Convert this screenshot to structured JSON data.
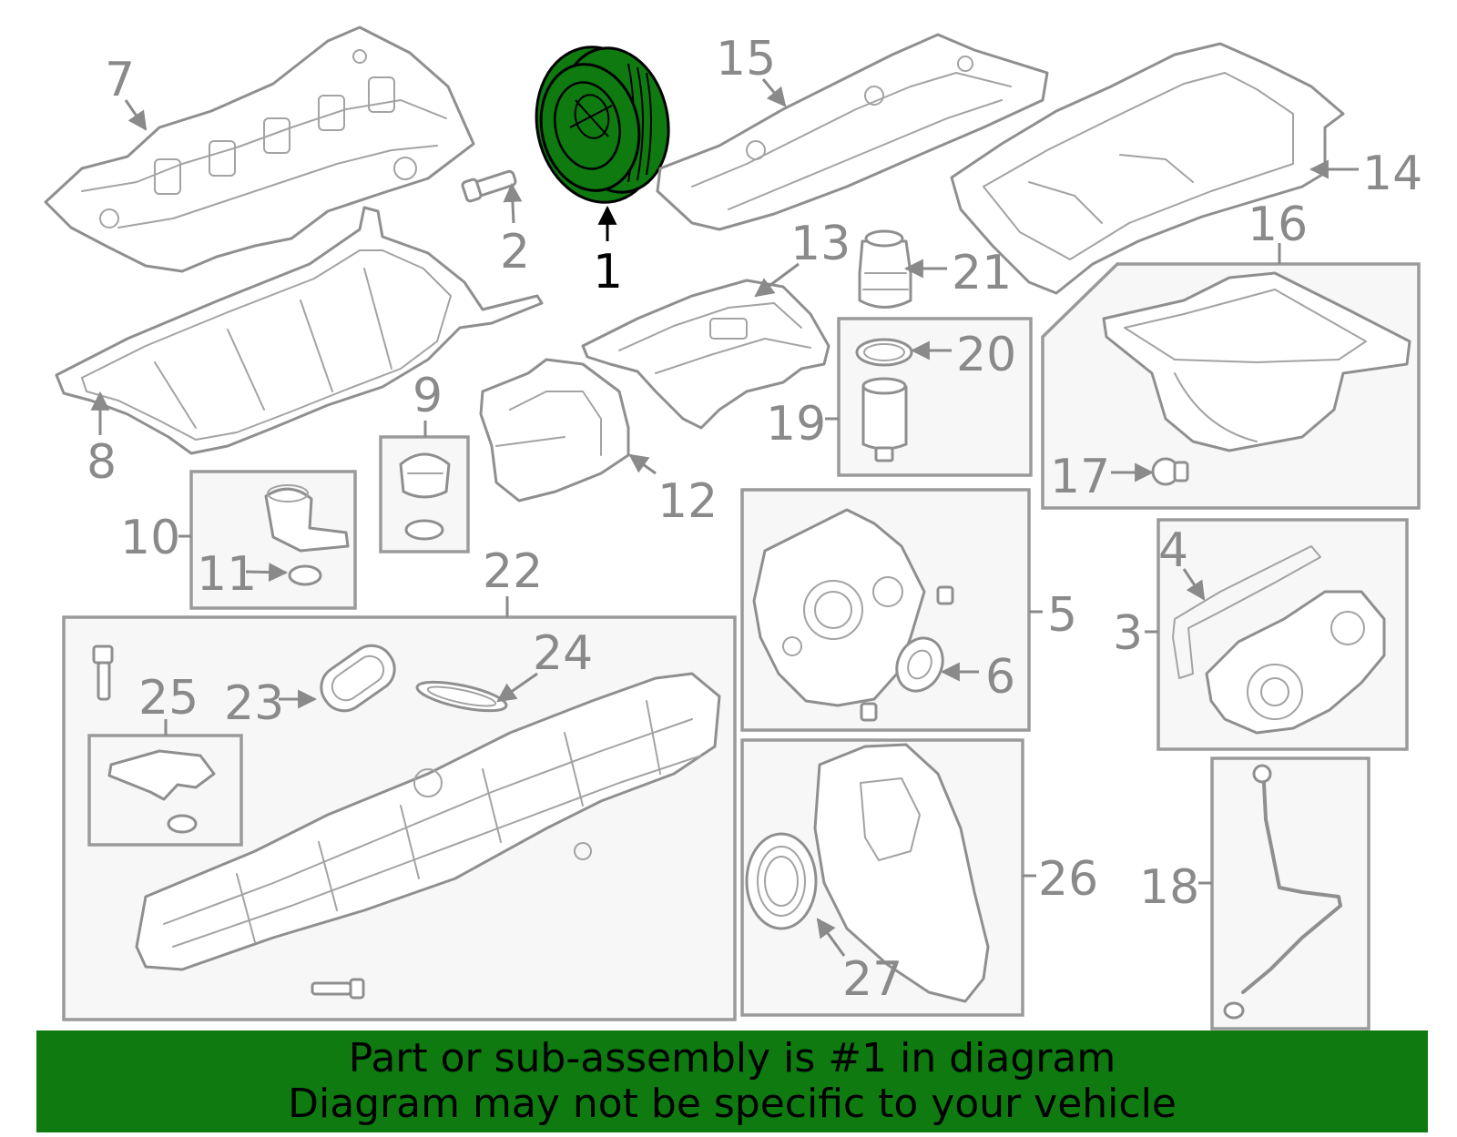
{
  "diagram": {
    "highlight_color": "#0e7a10",
    "highlighted_part": "1",
    "callouts": [
      "1",
      "2",
      "3",
      "4",
      "5",
      "6",
      "7",
      "8",
      "9",
      "10",
      "11",
      "12",
      "13",
      "14",
      "15",
      "16",
      "17",
      "18",
      "19",
      "20",
      "21",
      "22",
      "23",
      "24",
      "25",
      "26",
      "27"
    ]
  },
  "banner": {
    "line1": "Part or sub-assembly is #1 in diagram",
    "line2": "Diagram may not be specific to your vehicle",
    "background": "#0e7a10"
  }
}
